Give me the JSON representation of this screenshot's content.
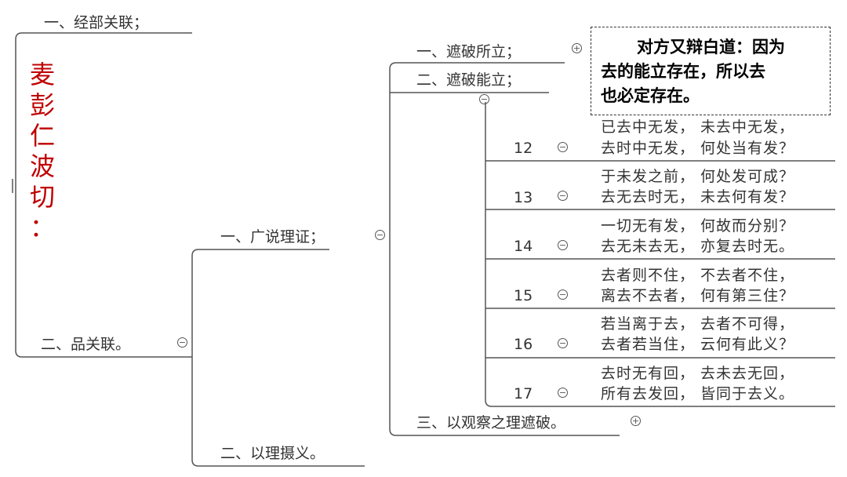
{
  "left_title_chars": [
    "麦",
    "彭",
    "仁",
    "波",
    "切",
    "："
  ],
  "nodes": {
    "jingbu": "一、经部关联；",
    "pin": "二、品关联。",
    "guangshuo": "一、广说理证；",
    "sheyi": "二、以理摄义。",
    "zhepo_suoli": "一、遮破所立；",
    "zhepo_nengli": "二、遮破能立；",
    "guancha": "三、以观察之理遮破。"
  },
  "callout": {
    "line1": "对方又辩白道：因为",
    "line2": "去的能立存在，所以去",
    "line3": "也必定存在。"
  },
  "verses": [
    {
      "num": "12",
      "line1": "已去中无发， 未去中无发，",
      "line2": "去时中无发， 何处当有发？"
    },
    {
      "num": "13",
      "line1": "于未发之前， 何处发可成？",
      "line2": "去无去时无， 未去何有发？"
    },
    {
      "num": "14",
      "line1": "一切无有发， 何故而分别？",
      "line2": "去无未去无， 亦复去时无。"
    },
    {
      "num": "15",
      "line1": "去者则不住， 不去者不住，",
      "line2": "离去不去者， 何有第三住？"
    },
    {
      "num": "16",
      "line1": "若当离于去， 去者不可得，",
      "line2": "去者若当住， 云何有此义？"
    },
    {
      "num": "17",
      "line1": "去时无有回， 去未去无回，",
      "line2": "所有去发回， 皆同于去义。"
    }
  ],
  "toggle_symbols": {
    "collapse": "−",
    "expand": "+"
  }
}
